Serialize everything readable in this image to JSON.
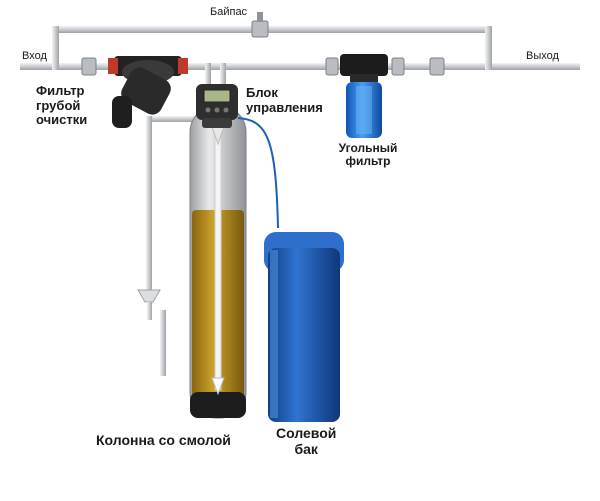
{
  "labels": {
    "bypass": "Байпас",
    "inlet": "Вход",
    "outlet": "Выход",
    "coarse_filter": [
      "Фильтр",
      "грубой",
      "очистки"
    ],
    "control_unit": [
      "Блок",
      "управления"
    ],
    "carbon_filter": [
      "Угольный",
      "фильтр"
    ],
    "resin_column": "Колонна со смолой",
    "salt_tank": [
      "Солевой",
      "бак"
    ]
  },
  "colors": {
    "pipe": "#d8dadc",
    "resin": "#b8860b",
    "tank_blue": "#1f5fb5",
    "filter_dark": "#2a2a2a",
    "control_head": "#303030"
  }
}
